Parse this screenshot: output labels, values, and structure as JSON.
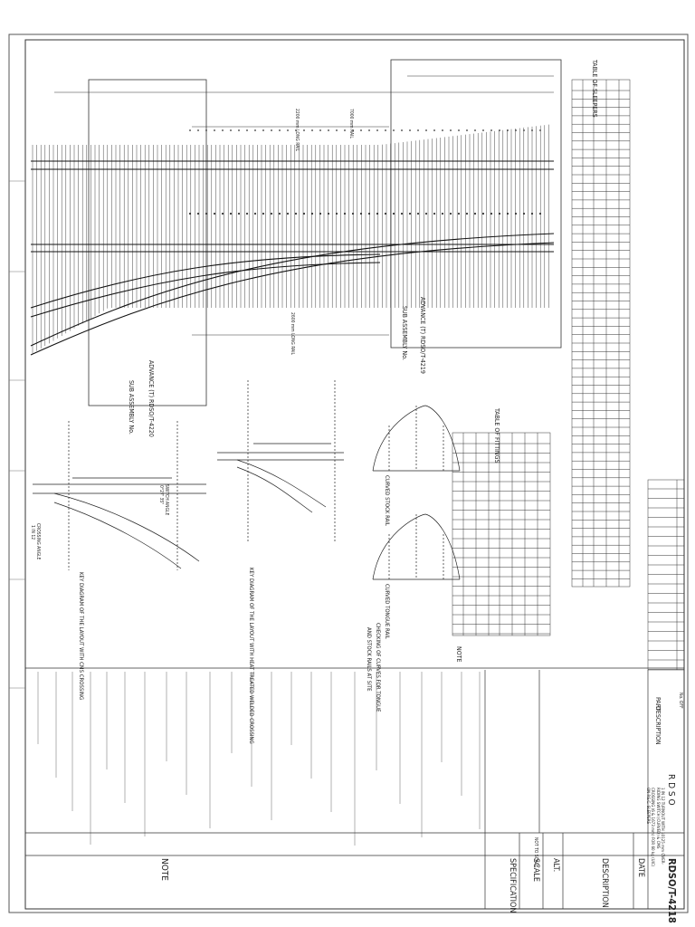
{
  "table_sleepers_title": "TABLE OF SLEEPERS",
  "table_fittings_title": "TABLE OF FITTINGS",
  "curved_stock_rail": "CURVED STOCK RAIL",
  "curved_tongue_rail": "CURVED TONGUE RAIL",
  "checking_curves": "CHECKING OF CURVES FOR TONGUE",
  "checking_curves_2": "AND STOCK RAILS AT SITE",
  "key_diagram_cms": "KEY DIAGRAM OF THE LAYOUT WITH CMS CROSSING",
  "key_diagram_htw": "KEY DIAGRAM OF THE LAYOUT WITH HEAT TREATED WELDED CROSSING",
  "crossing_angle": "CROSSING ANGLE",
  "crossing_angle_val": "1 IN 12",
  "switch_angle": "SWITCH ANGLE",
  "switch_angle_val": "0°27' 35\"",
  "note_label": "NOTE",
  "title_block": {
    "note": "NOTE",
    "specification": "SPECIFICATION",
    "scale": "SCALE",
    "alt": "ALT.",
    "description": "DESCRIPTION",
    "date": "DATE",
    "drawing_no": "RDSO/T-4218",
    "not_to_scale": "NOT TO SCALE",
    "org": "R D S O",
    "part": "PART",
    "desc2": "DESCRIPTION",
    "no_off": "No. OFF"
  },
  "sub_assembly_left": "SUB ASSEMBLY No.",
  "sub_assembly_left_2": "ADVANCE (T) RDSO/T-4220",
  "sub_assembly_right": "SUB ASSEMBLY No.",
  "sub_assembly_right_2": "ADVANCE (T) RDSO/T-4219",
  "rail_label_1": "2200 mm LONG RAIL",
  "rail_label_2": "2600 mm LONG RAIL",
  "rail_label_3": "7000 mm RAIL",
  "description_block": "1 IN 12 TURNOUT WITH 10125 mm OVER-RIDING SWITCH (CURVED) & CMS CROSSING (6 & 1673 mm) FOR 60 kg (UIC) ON P.S.C. SLEEPERS"
}
